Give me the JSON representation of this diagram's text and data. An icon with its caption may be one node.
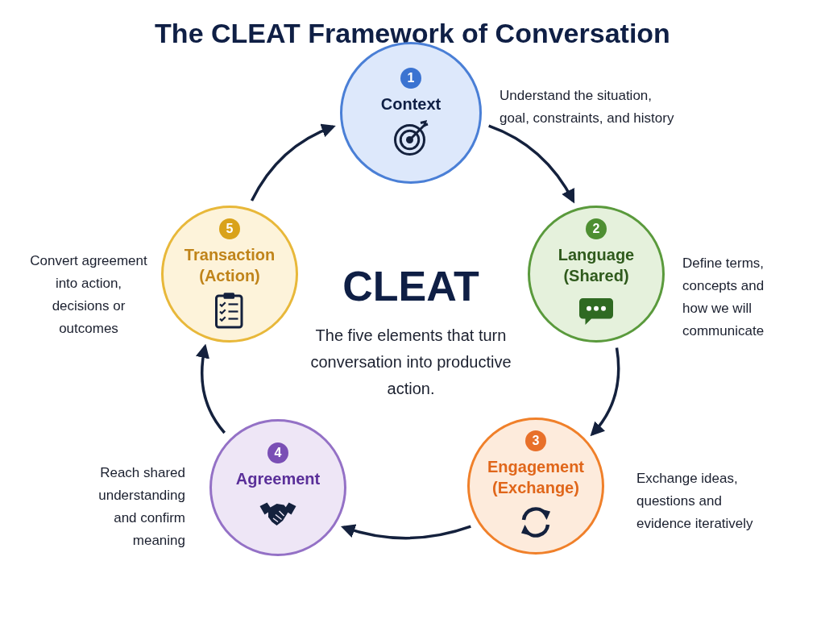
{
  "diagram": {
    "title": "The CLEAT Framework of Conversation",
    "nodes": [
      {
        "text": [
          "1",
          "Context"
        ],
        "beside": [
          "Understand the situation, goal, constraints, and history"
        ]
      },
      {
        "text": [
          "2",
          "Language (Shared)"
        ],
        "beside": [
          "Define terms, concepts and how we will communicate"
        ]
      },
      {
        "text": [
          "3",
          "Engagement (Exchange)"
        ],
        "beside": [
          "Exchange ideas, questions and evidence iteratively"
        ]
      },
      {
        "text": [
          "4",
          "Agreement"
        ],
        "beside": [
          "Reach shared understanding and confirm meaning"
        ]
      },
      {
        "text": [
          "5",
          "Transaction (Action)"
        ],
        "beside": [
          "Convert agreement into action, decisions or outcomes"
        ]
      }
    ],
    "edges": [
      {
        "from": 0,
        "to": 1,
        "arrow": "to"
      },
      {
        "from": 1,
        "to": 2,
        "arrow": "to"
      },
      {
        "from": 2,
        "to": 3,
        "arrow": "to"
      },
      {
        "from": 3,
        "to": 4,
        "arrow": "to"
      },
      {
        "from": 4,
        "to": 0,
        "arrow": "to"
      }
    ],
    "labels": [
      "CLEAT",
      "The five elements that turn conversation into productive action."
    ]
  }
}
